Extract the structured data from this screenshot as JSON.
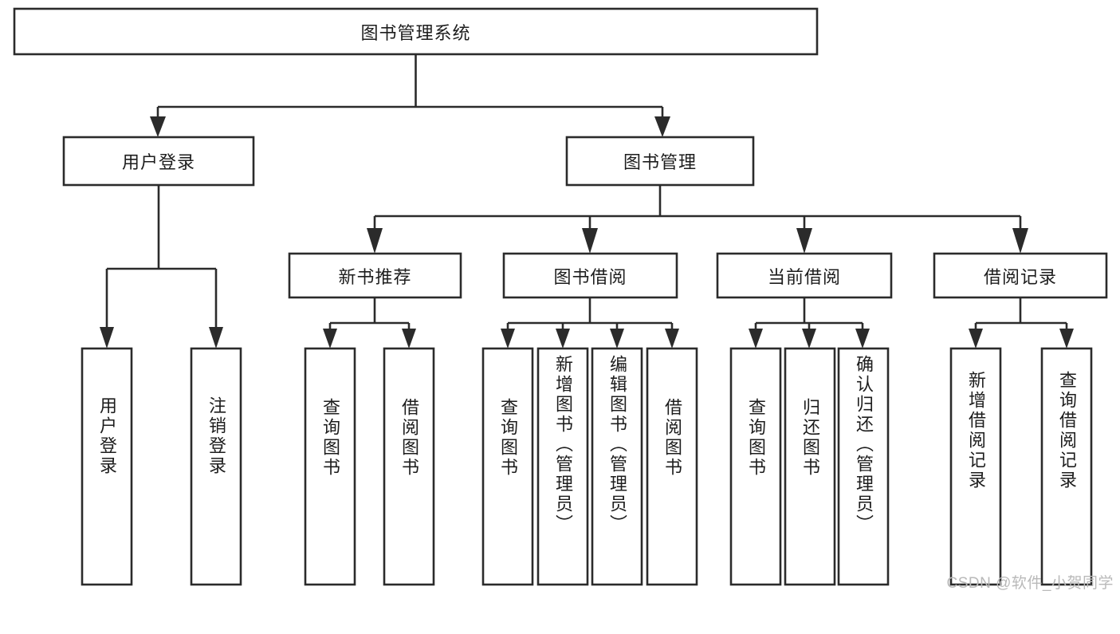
{
  "diagram": {
    "type": "tree-hierarchy",
    "title": "图书管理系统",
    "watermark": "CSDN @软件_小贺同学",
    "colors": {
      "stroke": "#2b2b2b",
      "fill": "#ffffff",
      "text": "#1d1d1d",
      "background": "#ffffff",
      "watermark": "#b9b9b9"
    },
    "root": {
      "label": "图书管理系统"
    },
    "level2": [
      {
        "id": "user-login",
        "label": "用户登录"
      },
      {
        "id": "book-manage",
        "label": "图书管理"
      }
    ],
    "level3": [
      {
        "id": "new-book-recommend",
        "label": "新书推荐",
        "parent": "book-manage"
      },
      {
        "id": "book-borrow",
        "label": "图书借阅",
        "parent": "book-manage"
      },
      {
        "id": "current-borrow",
        "label": "当前借阅",
        "parent": "book-manage"
      },
      {
        "id": "borrow-record",
        "label": "借阅记录",
        "parent": "book-manage"
      }
    ],
    "leaves": [
      {
        "id": "leaf-user-login",
        "label": "用户登录",
        "parent": "user-login"
      },
      {
        "id": "leaf-user-logout",
        "label": "注销登录",
        "parent": "user-login"
      },
      {
        "id": "leaf-query-book-1",
        "label": "查询图书",
        "parent": "new-book-recommend"
      },
      {
        "id": "leaf-borrow-book-1",
        "label": "借阅图书",
        "parent": "new-book-recommend"
      },
      {
        "id": "leaf-query-book-2",
        "label": "查询图书",
        "parent": "book-borrow"
      },
      {
        "id": "leaf-add-book",
        "label": "新增图书（管理员）",
        "parent": "book-borrow"
      },
      {
        "id": "leaf-edit-book",
        "label": "编辑图书（管理员）",
        "parent": "book-borrow"
      },
      {
        "id": "leaf-borrow-book-2",
        "label": "借阅图书",
        "parent": "book-borrow"
      },
      {
        "id": "leaf-query-book-3",
        "label": "查询图书",
        "parent": "current-borrow"
      },
      {
        "id": "leaf-return-book",
        "label": "归还图书",
        "parent": "current-borrow"
      },
      {
        "id": "leaf-confirm-return",
        "label": "确认归还（管理员）",
        "parent": "current-borrow"
      },
      {
        "id": "leaf-add-record",
        "label": "新增借阅记录",
        "parent": "borrow-record"
      },
      {
        "id": "leaf-query-record",
        "label": "查询借阅记录",
        "parent": "borrow-record"
      }
    ]
  }
}
